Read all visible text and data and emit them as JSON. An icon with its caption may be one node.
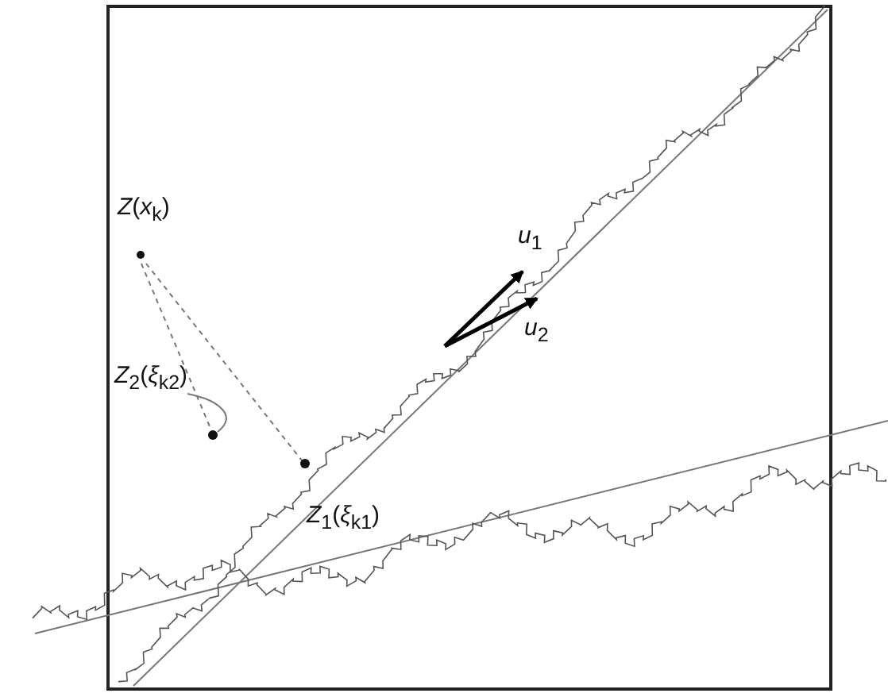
{
  "diagram": {
    "nodes": [
      {
        "text": [
          "*Z*(*x*$_{k}$)"
        ]
      },
      {
        "text": [],
        "shape": "circle"
      },
      {
        "text": [
          "*Z*$_{2}$(*ξ*$_{k2}$)"
        ]
      },
      {
        "text": [],
        "shape": "circle",
        "beside": [
          "*Z*$_{1}$(*ξ*$_{k1}$)"
        ]
      }
    ],
    "edges": [
      {
        "from": 0,
        "to": 1,
        "arrow": "none",
        "style": "dashed"
      },
      {
        "from": 0,
        "to": 3,
        "arrow": "none",
        "style": "dashed"
      },
      {
        "from": 2,
        "to": 1,
        "arrow": "none"
      }
    ],
    "labels": [
      "*u*$_{1}$",
      "*u*$_{2}$"
    ]
  }
}
